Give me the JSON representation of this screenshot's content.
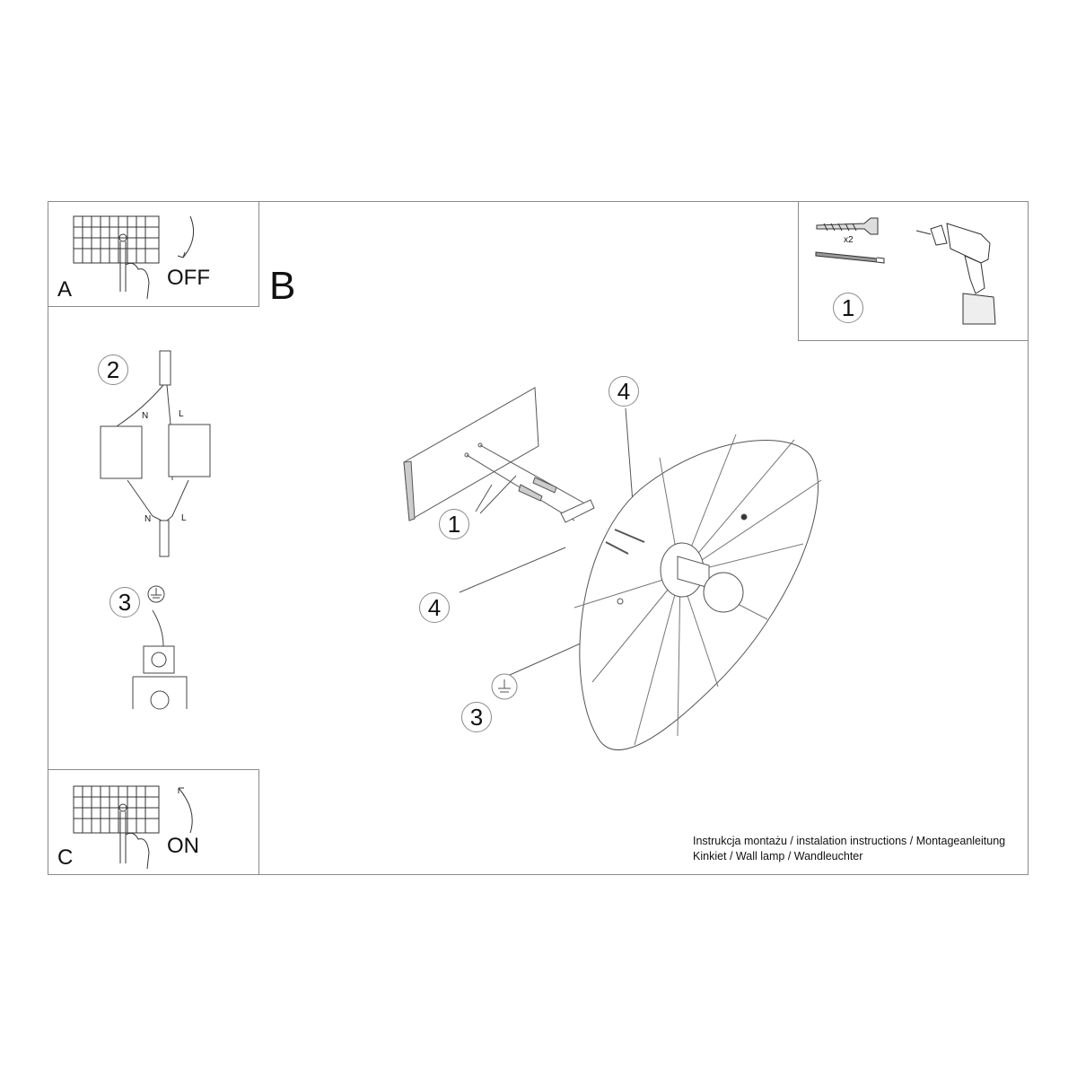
{
  "document": {
    "type": "installation-instructions",
    "caption": {
      "line1": "Instrukcja montażu / instalation instructions / Montageanleitung",
      "line2": "Kinkiet / Wall lamp / Wandleuchter"
    }
  },
  "steps": {
    "A": {
      "label": "A",
      "action": "OFF",
      "icon": "circuit-breaker-icon"
    },
    "B": {
      "label": "B"
    },
    "C": {
      "label": "C",
      "action": "ON",
      "icon": "circuit-breaker-icon"
    }
  },
  "tools_panel": {
    "step_number": "1",
    "quantity": "x2",
    "items": [
      "wall-plug-icon",
      "screw-icon",
      "drill-icon"
    ]
  },
  "wiring": {
    "step_number": "2",
    "labels": {
      "neutral": "N",
      "live": "L"
    }
  },
  "ground": {
    "step_number": "3",
    "icon": "ground-symbol-icon"
  },
  "main_diagram": {
    "callouts": [
      "1",
      "4",
      "4",
      "3"
    ]
  }
}
